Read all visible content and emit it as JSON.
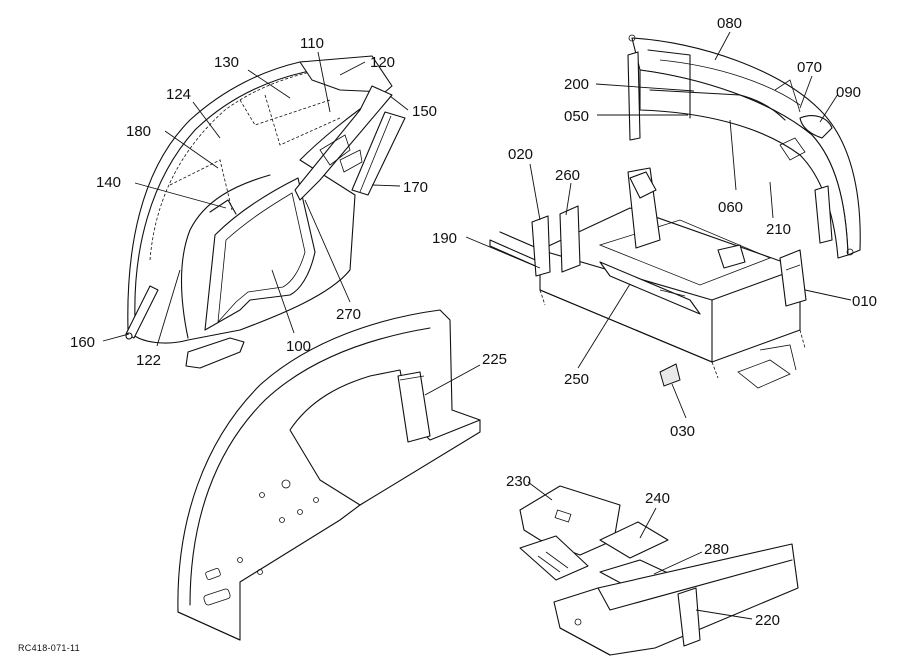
{
  "document": {
    "code": "RC418-071-11"
  },
  "callouts": [
    {
      "id": "lbl-110",
      "text": "110"
    },
    {
      "id": "lbl-130",
      "text": "130"
    },
    {
      "id": "lbl-120",
      "text": "120"
    },
    {
      "id": "lbl-124",
      "text": "124"
    },
    {
      "id": "lbl-150",
      "text": "150"
    },
    {
      "id": "lbl-180",
      "text": "180"
    },
    {
      "id": "lbl-140",
      "text": "140"
    },
    {
      "id": "lbl-170",
      "text": "170"
    },
    {
      "id": "lbl-270",
      "text": "270"
    },
    {
      "id": "lbl-100",
      "text": "100"
    },
    {
      "id": "lbl-160",
      "text": "160"
    },
    {
      "id": "lbl-122",
      "text": "122"
    },
    {
      "id": "lbl-080",
      "text": "080"
    },
    {
      "id": "lbl-200",
      "text": "200"
    },
    {
      "id": "lbl-070",
      "text": "070"
    },
    {
      "id": "lbl-090",
      "text": "090"
    },
    {
      "id": "lbl-050",
      "text": "050"
    },
    {
      "id": "lbl-020",
      "text": "020"
    },
    {
      "id": "lbl-260",
      "text": "260"
    },
    {
      "id": "lbl-060",
      "text": "060"
    },
    {
      "id": "lbl-210",
      "text": "210"
    },
    {
      "id": "lbl-190",
      "text": "190"
    },
    {
      "id": "lbl-010",
      "text": "010"
    },
    {
      "id": "lbl-250",
      "text": "250"
    },
    {
      "id": "lbl-030",
      "text": "030"
    },
    {
      "id": "lbl-225",
      "text": "225"
    },
    {
      "id": "lbl-230",
      "text": "230"
    },
    {
      "id": "lbl-240",
      "text": "240"
    },
    {
      "id": "lbl-280",
      "text": "280"
    },
    {
      "id": "lbl-220",
      "text": "220"
    }
  ]
}
